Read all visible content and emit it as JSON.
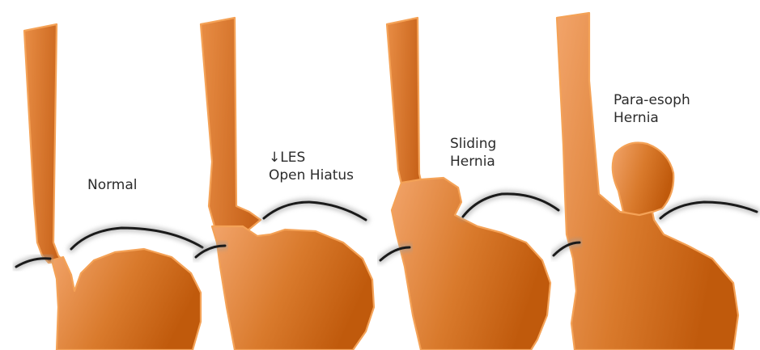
{
  "panels": [
    {
      "id": "normal",
      "label_lines": [
        "Normal"
      ]
    },
    {
      "id": "les",
      "label_lines": [
        "↓LES",
        "Open Hiatus"
      ]
    },
    {
      "id": "sliding",
      "label_lines": [
        "Sliding",
        "Hernia"
      ]
    },
    {
      "id": "paraesoph",
      "label_lines": [
        "Para-esoph",
        "Hernia"
      ]
    }
  ],
  "colors": {
    "organ_light": "#f0a163",
    "organ_dark": "#c5600f",
    "organ_outline": "#f4a257",
    "diaphragm": "#1a1a1a",
    "diaphragm_shadow": "#9a9a9a"
  }
}
